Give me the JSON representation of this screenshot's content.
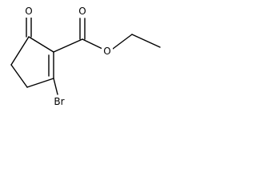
{
  "structure": {
    "atoms": {
      "ring_oxygen": "O",
      "ester_carbonyl_oxygen": "O",
      "ester_ether_oxygen": "O",
      "bromine": "Br"
    }
  }
}
